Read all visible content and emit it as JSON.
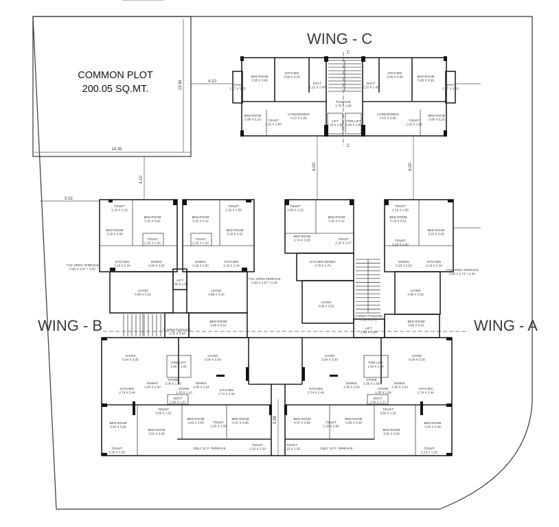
{
  "labels": {
    "wing_c": "WING - C",
    "wing_b": "WING - B",
    "wing_a": "WING - A",
    "common_plot": "COMMON PLOT",
    "common_plot_area": "200.05 SQ.MT.",
    "section_mark": "C"
  },
  "dimensions": [
    "14.35",
    "13.56",
    "4.10",
    "4.10",
    "5.02",
    "6.00",
    "6.00",
    "5.38"
  ],
  "rooms": [
    {
      "name": "TOILET",
      "size": "1.17 X 2.15"
    },
    {
      "name": "BED ROOM",
      "size": "2.95 X 3.66"
    },
    {
      "name": "KITCHEN",
      "size": "3.66 X 3.26"
    },
    {
      "name": "DUCT",
      "size": "1.22 X 1.49"
    },
    {
      "name": "PASSAGE",
      "size": "2.70 X 1.60"
    },
    {
      "name": "DUCT",
      "size": "1.22 X 1.45"
    },
    {
      "name": "KITCHEN",
      "size": "3.66 X 3.09"
    },
    {
      "name": "BED ROOM",
      "size": "3.66 X 3.66"
    },
    {
      "name": "TOILET",
      "size": "1.17 X 2.15"
    },
    {
      "name": "BED ROOM",
      "size": "3.90 X 3.20"
    },
    {
      "name": "TOILET",
      "size": "1.02 X 1.80"
    },
    {
      "name": "LIVING/DINING",
      "size": "4.27 X 3.60"
    },
    {
      "name": "LIFT",
      "size": "1.70 X 1.90"
    },
    {
      "name": "FIRE LIFT",
      "size": "1.80 X 1.80"
    },
    {
      "name": "LIVING/DINING",
      "size": "4.07 X 3.66"
    },
    {
      "name": "TOILET",
      "size": "1.02 X 1.80"
    },
    {
      "name": "BED ROOM",
      "size": "3.90 X 3.20"
    },
    {
      "name": "TOILET",
      "size": "2.15 X 1.15"
    },
    {
      "name": "BED ROOM",
      "size": "3.15 X 3.61"
    },
    {
      "name": "BED ROOM",
      "size": "3.15 X 3.05"
    },
    {
      "name": "TOILET",
      "size": "2.15 X 1.20"
    },
    {
      "name": "KITCHEN",
      "size": "2.15 X 2.44"
    },
    {
      "name": "DINING",
      "size": "3.40 X 2.54"
    },
    {
      "name": "LIFT",
      "size": "1.60 X 1.66"
    },
    {
      "name": "LIVING",
      "size": "4.88 X 3.32"
    },
    {
      "name": "BED ROOM",
      "size": "3.15 X 3.21"
    },
    {
      "name": "TOILET",
      "size": "2.15 X 1.59"
    },
    {
      "name": "BED ROOM",
      "size": "3.15 X 3.61"
    },
    {
      "name": "TOILET",
      "size": "2.15 X 1.20"
    },
    {
      "name": "DINING",
      "size": "3.18 X 2.54"
    },
    {
      "name": "KITCHEN",
      "size": "2.15 X 2.44"
    },
    {
      "name": "LIVING",
      "size": "4.88 X 3.32"
    },
    {
      "name": "7'X4' OPEN TERRACE",
      "size": "0.90 X 2.97 + 2.40"
    },
    {
      "name": "7'X4' OPEN TERRACE",
      "size": "0.90 X 2.97 + 2.40"
    },
    {
      "name": "B WING PASSAGE",
      "size": "2.10 X 3.54"
    },
    {
      "name": "BED ROOM",
      "size": "3.66 X 3.01"
    },
    {
      "name": "TOILET",
      "size": "1.80 X 1.15"
    },
    {
      "name": "BED ROOM",
      "size": "3.20 X 3.21"
    },
    {
      "name": "BED ROOM",
      "size": "2.74 X 3.05"
    },
    {
      "name": "TOILET",
      "size": "2.22 X 1.07"
    },
    {
      "name": "KITCHEN DINING",
      "size": "4.78 X 2.74"
    },
    {
      "name": "LIVING",
      "size": "4.09 X 3.02"
    },
    {
      "name": "A WING PASSAGE",
      "size": "2.20 X 3.72"
    },
    {
      "name": "LIFT",
      "size": "1.83 X 1.88"
    },
    {
      "name": "TOILET",
      "size": "2.15 X 1.59"
    },
    {
      "name": "BED ROOM",
      "size": "3.15 X 3.61"
    },
    {
      "name": "BED ROOM",
      "size": "3.15 X 3.05"
    },
    {
      "name": "TOILET",
      "size": "2.15 X 1.20"
    },
    {
      "name": "DINING",
      "size": "3.15 X 2.54"
    },
    {
      "name": "KITCHEN",
      "size": "2.15 X 2.44"
    },
    {
      "name": "LIVING",
      "size": "4.88 X 3.02"
    },
    {
      "name": "BED ROOM",
      "size": "3.66 X 3.01"
    },
    {
      "name": "7'X4' OPEN TERRACE",
      "size": "0.90 X 2.74 + 2.40"
    },
    {
      "name": "LIVING",
      "size": "5.64 X 3.35"
    },
    {
      "name": "FIRE LIFT",
      "size": "1.60 X 1.66"
    },
    {
      "name": "LIVING",
      "size": "5.64 X 3.30"
    },
    {
      "name": "KITCHEN",
      "size": "2.74 X 2.44"
    },
    {
      "name": "DINING",
      "size": "3.40 X 2.54"
    },
    {
      "name": "STORE",
      "size": "1.05 X 1.10"
    },
    {
      "name": "STORE",
      "size": "1.15 X 1.10"
    },
    {
      "name": "DUCT",
      "size": "2.00 X 1.07"
    },
    {
      "name": "DINING",
      "size": "3.40 X 2.54"
    },
    {
      "name": "KITCHEN",
      "size": "2.74 X 2.44"
    },
    {
      "name": "TOILET",
      "size": "3.65 X 1.22"
    },
    {
      "name": "BED ROOM",
      "size": "3.44 X 3.66"
    },
    {
      "name": "BED ROOM",
      "size": "3.51 X 3.56"
    },
    {
      "name": "BED ROOM",
      "size": "3.65 X 3.05"
    },
    {
      "name": "TOILET",
      "size": "1.20 X 2.00"
    },
    {
      "name": "BED ROOM",
      "size": "4.37 X 3.66"
    },
    {
      "name": "TOILET",
      "size": "2.15 X 1.20"
    },
    {
      "name": "ONLY 13' F. TERRACE",
      "size": ""
    },
    {
      "name": "TOILET",
      "size": "2.15 X 1.20"
    },
    {
      "name": "LIVING",
      "size": "5.64 X 3.30"
    },
    {
      "name": "FIRE LIFT",
      "size": "1.60 X 1.66"
    },
    {
      "name": "LIVING",
      "size": "5.64 X 3.30"
    },
    {
      "name": "KITCHEN",
      "size": "2.74 X 2.44"
    },
    {
      "name": "DINING",
      "size": "3.49 X 2.54"
    },
    {
      "name": "STORE",
      "size": "1.05 X 1.06"
    },
    {
      "name": "STORE",
      "size": "1.05 X 1.06"
    },
    {
      "name": "DUCT",
      "size": "2.00 X 1.27"
    },
    {
      "name": "DINING",
      "size": "3.49 X 2.54"
    },
    {
      "name": "KITCHEN",
      "size": "2.74 X 2.44"
    },
    {
      "name": "TOILET",
      "size": "3.65 X 1.20"
    },
    {
      "name": "BED ROOM",
      "size": "4.37 X 3.66"
    },
    {
      "name": "TOILET",
      "size": "1.20 X 2.00"
    },
    {
      "name": "BED ROOM",
      "size": "3.65 X 3.05"
    },
    {
      "name": "BED ROOM",
      "size": "3.81 X 3.06"
    },
    {
      "name": "BED ROOM",
      "size": "3.44 X 3.66"
    },
    {
      "name": "TOILET",
      "size": "2.15 X 1.20"
    },
    {
      "name": "ONLY 13' F. TERRACE",
      "size": ""
    },
    {
      "name": "TOILET",
      "size": "2.15 X 1.20"
    }
  ]
}
